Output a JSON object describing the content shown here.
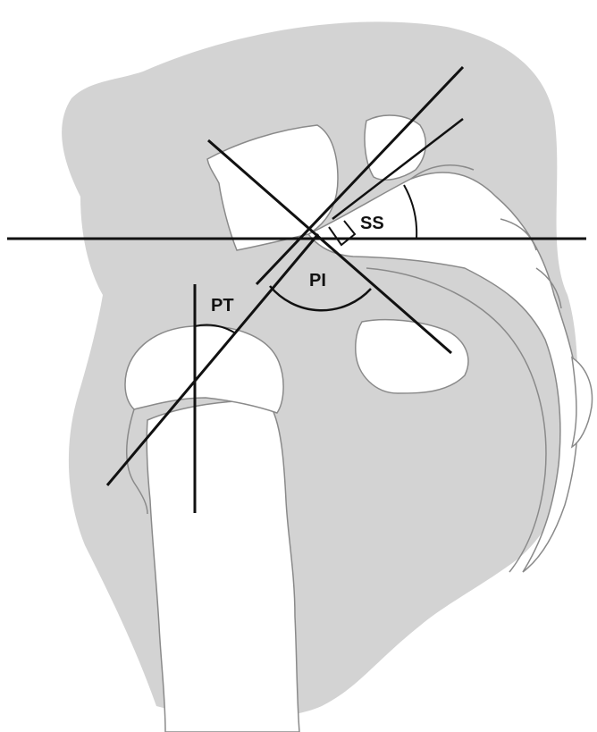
{
  "labels": {
    "ss": "SS",
    "pi": "PI",
    "pt": "PT"
  },
  "colors": {
    "pelvis_fill": "#d3d3d3",
    "bone_fill": "#ffffff",
    "bone_outline": "#8a8a8a",
    "line": "#111111"
  }
}
